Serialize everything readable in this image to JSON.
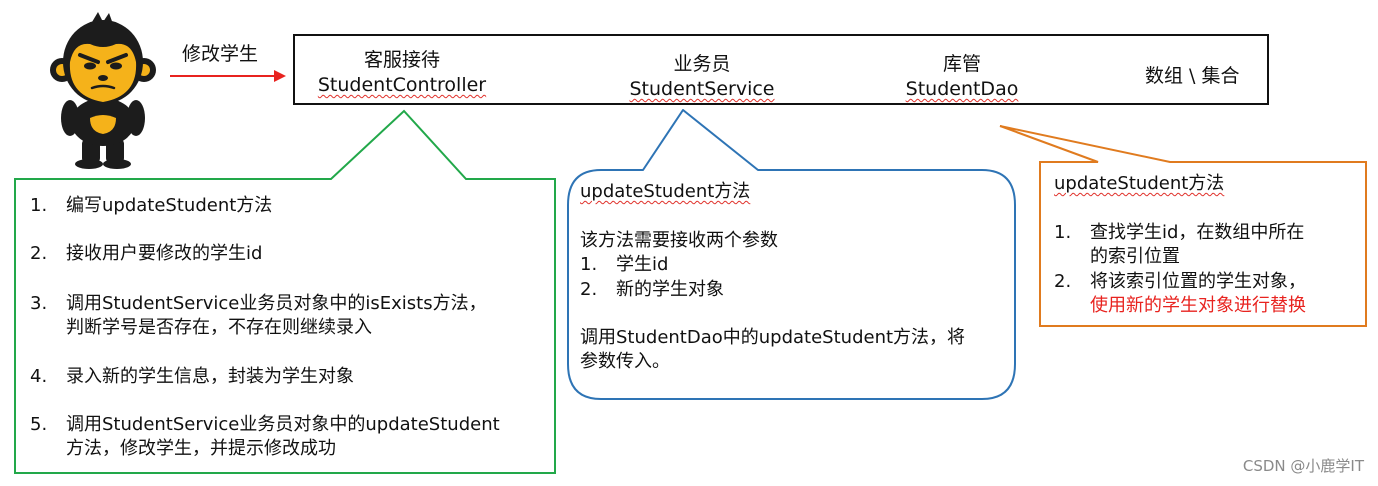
{
  "mascot": {
    "label": "修改学生"
  },
  "layers": [
    {
      "title": "客服接待",
      "name": "StudentController"
    },
    {
      "title": "业务员",
      "name": "StudentService"
    },
    {
      "title": "库管",
      "name": "StudentDao"
    },
    {
      "title": "数组 \\ 集合"
    }
  ],
  "controller_box": {
    "items": [
      {
        "num": "1.",
        "text": "编写updateStudent方法"
      },
      {
        "num": "2.",
        "text": "接收用户要修改的学生id"
      },
      {
        "num": "3.",
        "line1": "调用StudentService业务员对象中的isExists方法，",
        "line2": "判断学号是否存在，不存在则继续录入"
      },
      {
        "num": "4.",
        "text": "录入新的学生信息，封装为学生对象"
      },
      {
        "num": "5.",
        "line1": "调用StudentService业务员对象中的updateStudent",
        "line2": "方法，修改学生，并提示修改成功"
      }
    ]
  },
  "service_box": {
    "title": "updateStudent方法",
    "intro": "该方法需要接收两个参数",
    "params": [
      {
        "num": "1.",
        "text": "学生id"
      },
      {
        "num": "2.",
        "text": "新的学生对象"
      }
    ],
    "call_line1": "调用StudentDao中的updateStudent方法，将",
    "call_line2": "参数传入。"
  },
  "dao_box": {
    "title": "updateStudent方法",
    "items": [
      {
        "num": "1.",
        "line1": "查找学生id，在数组中所在",
        "line2": "的索引位置"
      },
      {
        "num": "2.",
        "line1": "将该索引位置的学生对象，",
        "line2": "使用新的学生对象进行替换"
      }
    ]
  },
  "watermark": "CSDN @小鹿学IT",
  "colors": {
    "controller_border": "#22a84a",
    "service_border": "#2e74b5",
    "dao_border": "#e07b1f",
    "arrow": "#e8231f",
    "highlight_text": "#e8231f",
    "mascot_body": "#1c1c1c",
    "mascot_face": "#f5b21a"
  }
}
